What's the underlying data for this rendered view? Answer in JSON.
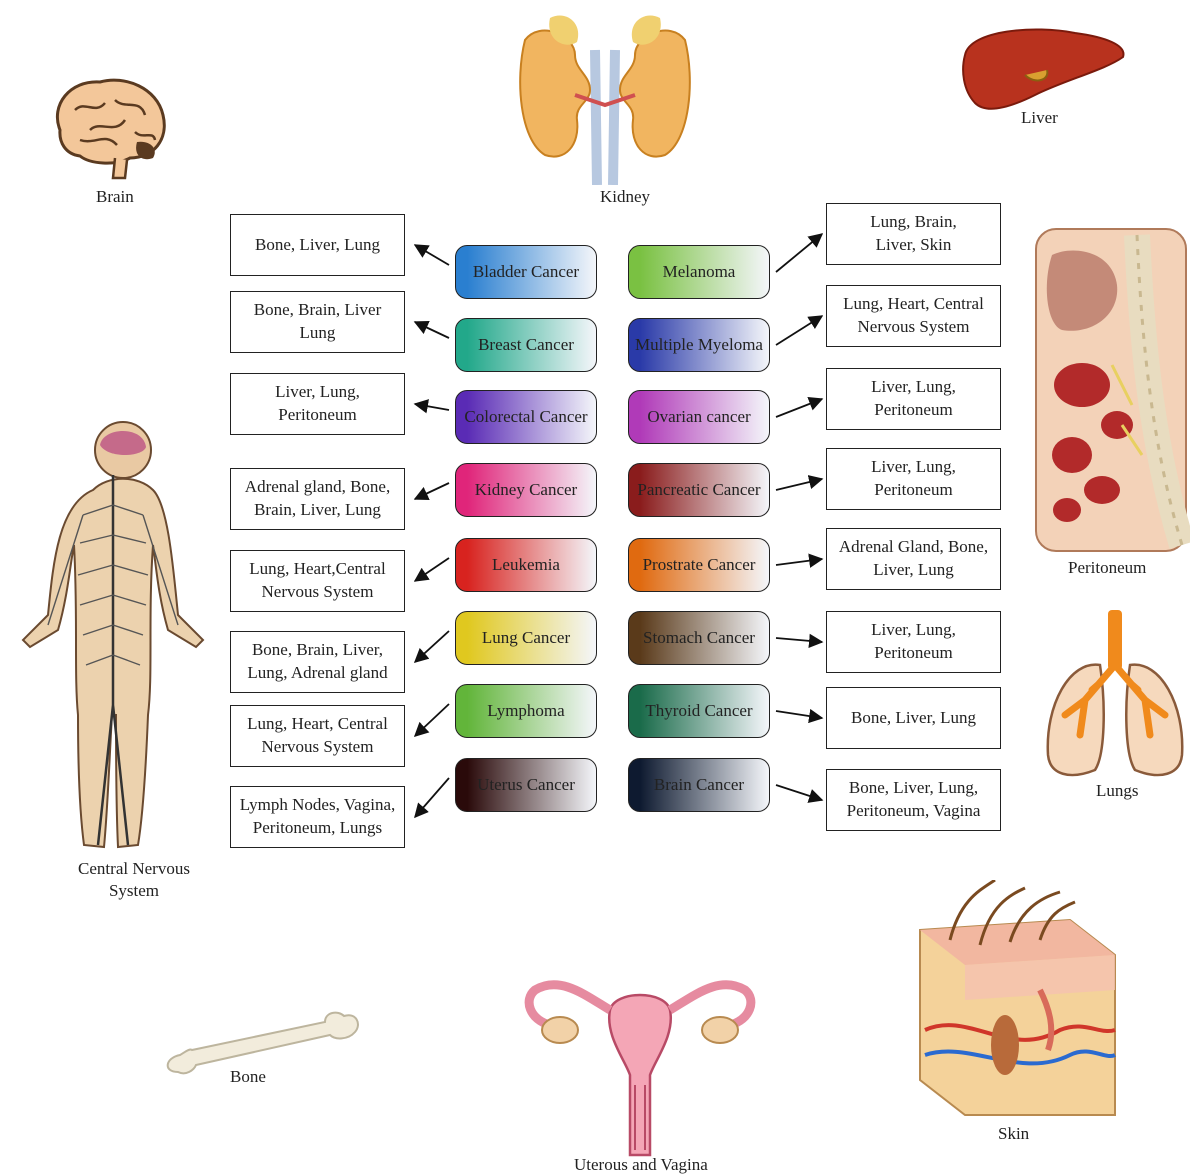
{
  "organs": {
    "brain": "Brain",
    "kidney": "Kidney",
    "liver": "Liver",
    "peritoneum": "Peritoneum",
    "lungs": "Lungs",
    "cns": "Central Nervous\nSystem",
    "bone": "Bone",
    "uterus": "Uterous and Vagina",
    "skin": "Skin"
  },
  "left_cancers": [
    {
      "name": "Bladder Cancer",
      "color": "#2a7fd0",
      "sites": "Bone, Liver, Lung"
    },
    {
      "name": "Breast Cancer",
      "color": "#22a88a",
      "sites": "Bone, Brain, Liver\nLung"
    },
    {
      "name": "Colorectal Cancer",
      "color": "#5a2bb5",
      "sites": "Liver, Lung,\nPeritoneum"
    },
    {
      "name": "Kidney Cancer",
      "color": "#e0257a",
      "sites": "Adrenal gland, Bone,\nBrain, Liver, Lung"
    },
    {
      "name": "Leukemia",
      "color": "#d8231f",
      "sites": "Lung, Heart,Central\nNervous System"
    },
    {
      "name": "Lung Cancer",
      "color": "#e0c81f",
      "sites": "Bone, Brain, Liver,\nLung, Adrenal gland"
    },
    {
      "name": "Lymphoma",
      "color": "#62b53a",
      "sites": "Lung, Heart, Central\nNervous System"
    },
    {
      "name": "Uterus Cancer",
      "color": "#2a0a0a",
      "sites": "Lymph Nodes, Vagina,\nPeritoneum, Lungs"
    }
  ],
  "right_cancers": [
    {
      "name": "Melanoma",
      "color": "#7ac142",
      "sites": "Lung, Brain,\nLiver, Skin"
    },
    {
      "name": "Multiple Myeloma",
      "color": "#2a3aa8",
      "sites": "Lung, Heart, Central\nNervous System"
    },
    {
      "name": "Ovarian cancer",
      "color": "#b03ab8",
      "sites": "Liver, Lung,\nPeritoneum"
    },
    {
      "name": "Pancreatic Cancer",
      "color": "#8a1c1c",
      "sites": "Liver, Lung,\nPeritoneum"
    },
    {
      "name": "Prostrate Cancer",
      "color": "#e06a10",
      "sites": "Adrenal Gland, Bone,\nLiver, Lung"
    },
    {
      "name": "Stomach Cancer",
      "color": "#5a3a1a",
      "sites": "Liver, Lung,\nPeritoneum"
    },
    {
      "name": "Thyroid Cancer",
      "color": "#1a6b4a",
      "sites": "Bone, Liver, Lung"
    },
    {
      "name": "Brain Cancer",
      "color": "#0e1a30",
      "sites": "Bone, Liver, Lung,\nPeritoneum, Vagina"
    }
  ]
}
